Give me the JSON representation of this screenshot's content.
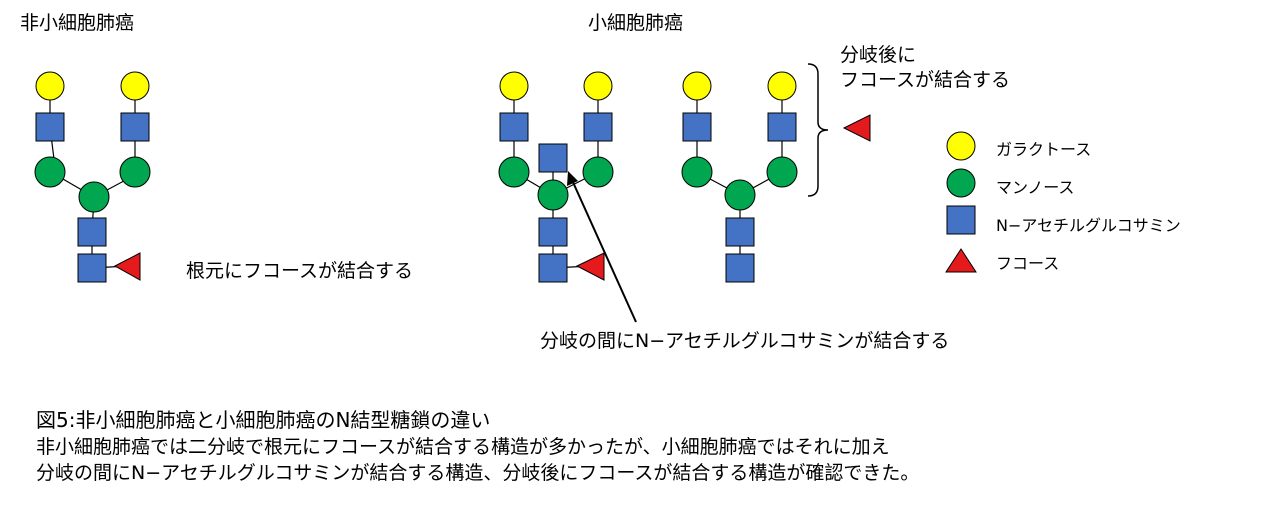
{
  "headers": {
    "nsclc": "非小細胞肺癌",
    "sclc": "小細胞肺癌"
  },
  "annotations": {
    "core_fucose": "根元にフコースが結合する",
    "branch_fucose_line1": "分岐後に",
    "branch_fucose_line2": "フコースが結合する",
    "bisecting_glcnac": "分岐の間にN−アセチルグルコサミンが結合する"
  },
  "legend": [
    {
      "label": "ガラクトース",
      "shape": "circle",
      "color": "#FFFF00"
    },
    {
      "label": "マンノース",
      "shape": "circle",
      "color": "#00A650"
    },
    {
      "label": "N−アセチルグルコサミン",
      "shape": "square",
      "color": "#4472C4"
    },
    {
      "label": "フコース",
      "shape": "triangle",
      "color": "#E41A1C"
    }
  ],
  "caption": {
    "title": "図5:非小細胞肺癌と小細胞肺癌のN結型糖鎖の違い",
    "line1": "非小細胞肺癌では二分岐で根元にフコースが結合する構造が多かったが、小細胞肺癌ではそれに加え",
    "line2": "分岐の間にN−アセチルグルコサミンが結合する構造、分岐後にフコースが結合する構造が確認できた。"
  },
  "colors": {
    "galactose": "#FFFF00",
    "mannose": "#00A650",
    "glcnac": "#4472C4",
    "fucose": "#E41A1C"
  }
}
